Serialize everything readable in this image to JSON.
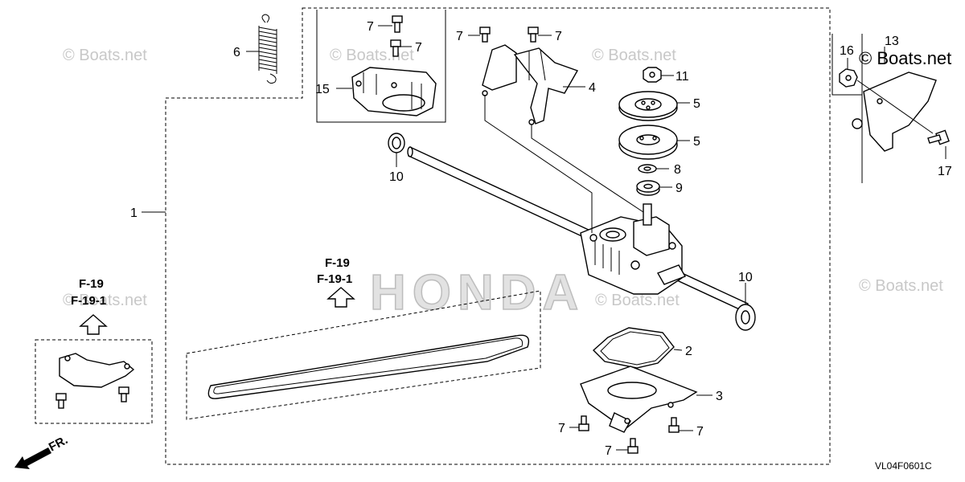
{
  "diagram_code": "VL04F0601C",
  "direction_label": "FR.",
  "watermark": {
    "small": "© Boats.net",
    "logo": "HONDA"
  },
  "reference_labels": {
    "line1": "F-19",
    "line2": "F-19-1"
  },
  "callouts": {
    "p1": "1",
    "p2": "2",
    "p3": "3",
    "p4": "4",
    "p5a": "5",
    "p5b": "5",
    "p6": "6",
    "p7a": "7",
    "p7b": "7",
    "p7c": "7",
    "p7d": "7",
    "p7e": "7",
    "p7f": "7",
    "p7g": "7",
    "p8": "8",
    "p9": "9",
    "p10a": "10",
    "p10b": "10",
    "p11": "11",
    "p13": "13",
    "p15": "15",
    "p16": "16",
    "p17": "17"
  }
}
